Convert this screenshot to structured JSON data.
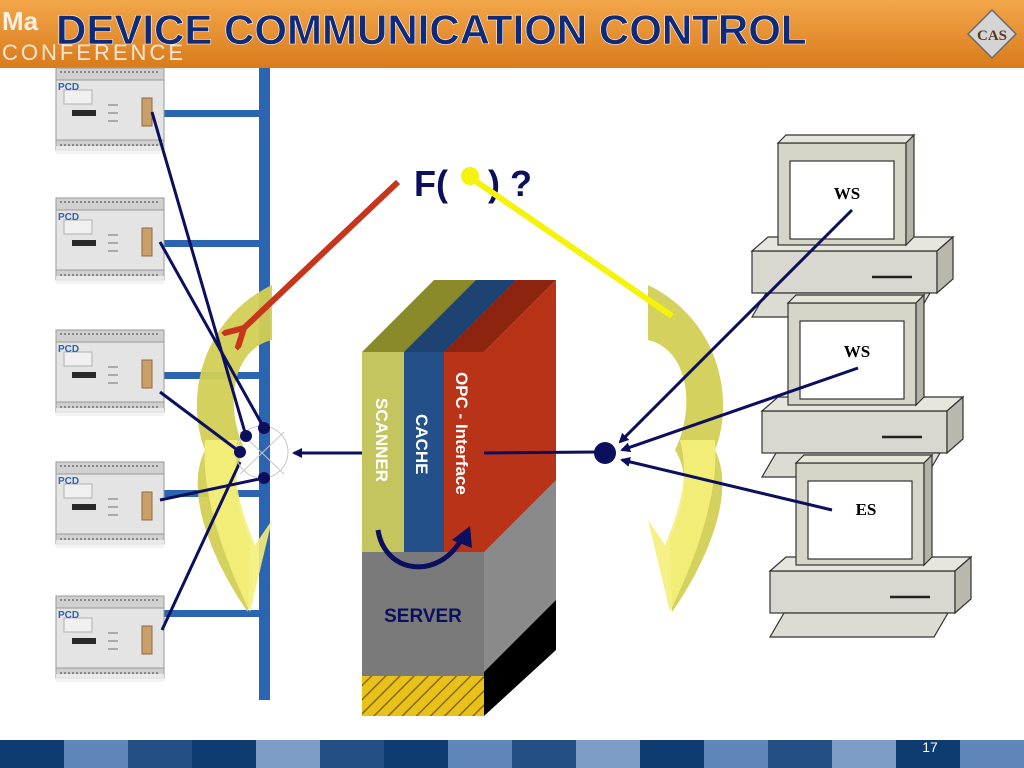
{
  "header": {
    "title": "DEVICE COMMUNICATION CONTROL",
    "background_word_1": "Ma",
    "background_word_2": "CONFERENCE",
    "logo_text": "CAS"
  },
  "plc_label": "PCD",
  "center_formula": "F(    ) ?",
  "server": {
    "layers": [
      "SCANNER",
      "CACHE",
      "OPC - Interface"
    ],
    "base_label": "SERVER"
  },
  "workstations": [
    {
      "label": "WS"
    },
    {
      "label": "WS"
    },
    {
      "label": "ES"
    }
  ],
  "page_number": "17",
  "colors": {
    "banner": "#e8912f",
    "title": "#0f2a78",
    "bus": "#2b64b0",
    "wire": "#0b0f5e",
    "arrow_red": "#c7361a",
    "arrow_yellow": "#f5f20b",
    "layer_scanner": "#c5c560",
    "layer_cache": "#24508a",
    "layer_opc": "#b83318",
    "server_base": "#7a7a7a",
    "hatch": "#e8c21a"
  }
}
